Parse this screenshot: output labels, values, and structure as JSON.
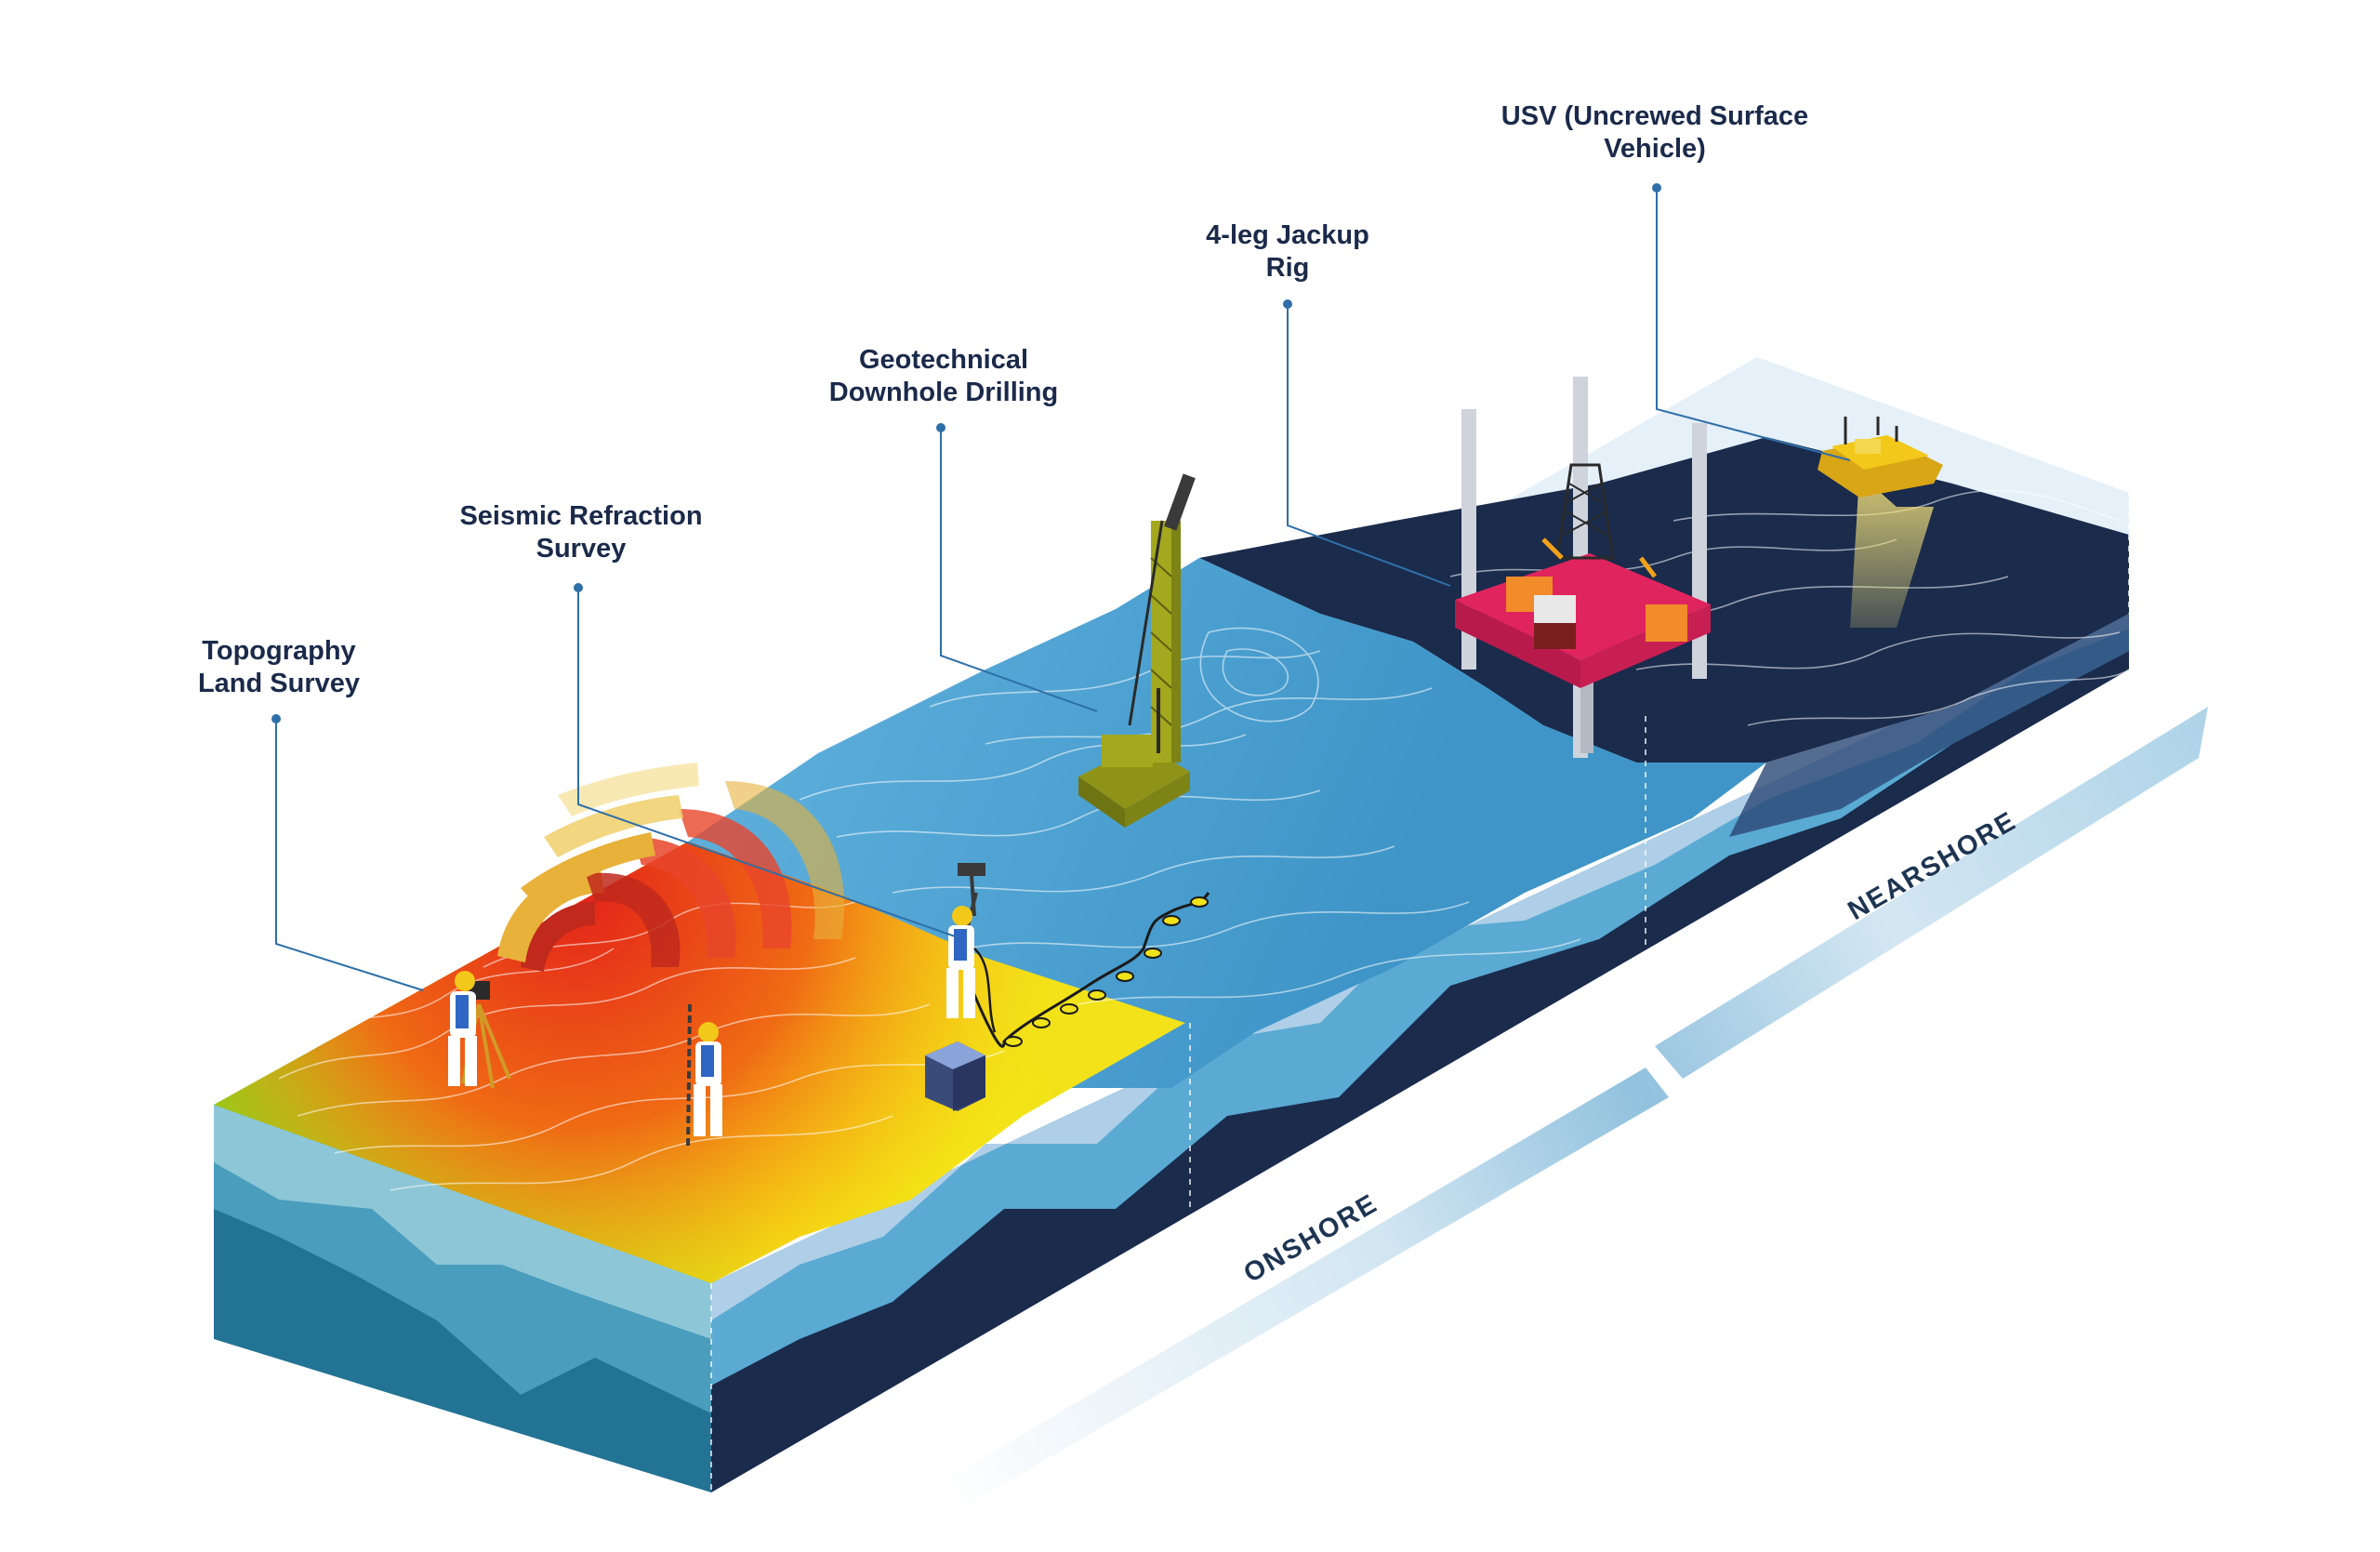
{
  "callouts": {
    "topography": "Topography\nLand Survey",
    "seismic": "Seismic Refraction\nSurvey",
    "drilling": "Geotechnical\nDownhole Drilling",
    "jackup": "4-leg Jackup\nRig",
    "usv": "USV (Uncrewed Surface\nVehicle)"
  },
  "zones": {
    "onshore": "ONSHORE",
    "nearshore": "NEARSHORE"
  },
  "colors": {
    "label_text": "#1b2a4a",
    "leader_line": "#2f6fa8",
    "deep_water": "#1a2b4c",
    "shallow_water": "#4fa3d1",
    "land_green": "#1ec31e",
    "land_yellow": "#f5ee12",
    "land_red": "#e52218",
    "rig_pink": "#e0245e",
    "drill_olive": "#a3a81e",
    "usv_yellow": "#f2c81a"
  }
}
